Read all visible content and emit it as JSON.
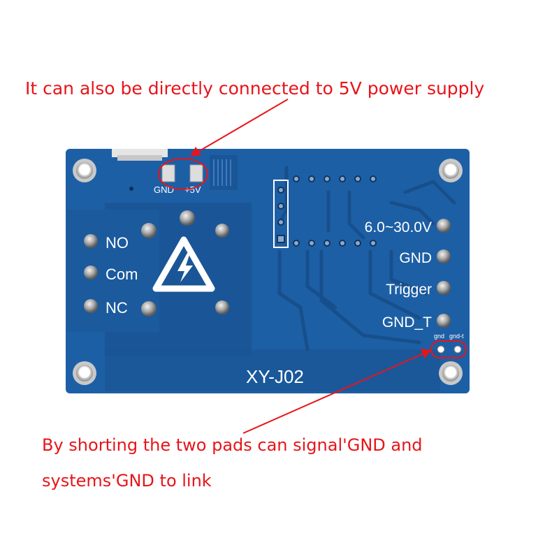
{
  "annotations": {
    "top_note": "It can also be directly connected to 5V power supply",
    "bottom_note_line1": "By shorting the two pads can signal'GND  and",
    "bottom_note_line2": "systems'GND  to link",
    "highlight_color": "#e8141a"
  },
  "board": {
    "model": "XY-J02",
    "board_color": "#1d5fa5",
    "power_pads": {
      "gnd": "GND",
      "plus5v": "+5V"
    },
    "relay_terminals": {
      "no": "NO",
      "com": "Com",
      "nc": "NC"
    },
    "input_terminals": {
      "voltage": "6.0~30.0V",
      "gnd": "GND",
      "trigger": "Trigger",
      "gnd_t": "GND_T"
    },
    "short_pads": {
      "gnd": "gnd",
      "gnd_t": "gnd-t"
    },
    "warning_symbol": "high-voltage-warning-icon"
  }
}
